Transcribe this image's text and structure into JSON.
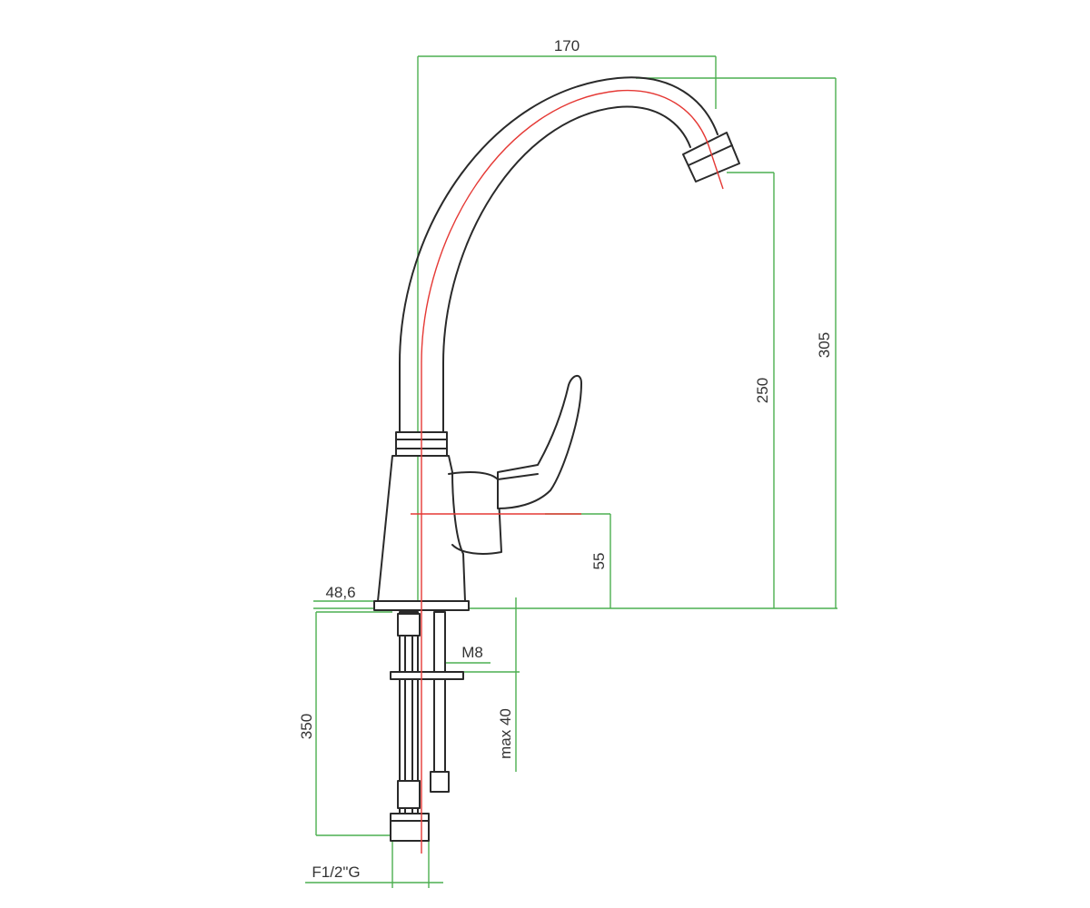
{
  "drawing": {
    "colors": {
      "outline": "#2a2a2a",
      "dimension_lines": "#4caf50",
      "centerline": "#e53935"
    },
    "dimensions": {
      "spout_reach": "170",
      "total_height": "305",
      "spout_height": "250",
      "handle_height": "55",
      "base_diameter": "48,6",
      "hose_length": "350",
      "stud_thread": "M8",
      "max_counter_thickness": "max 40",
      "hose_connection": "F1/2\"G"
    }
  }
}
